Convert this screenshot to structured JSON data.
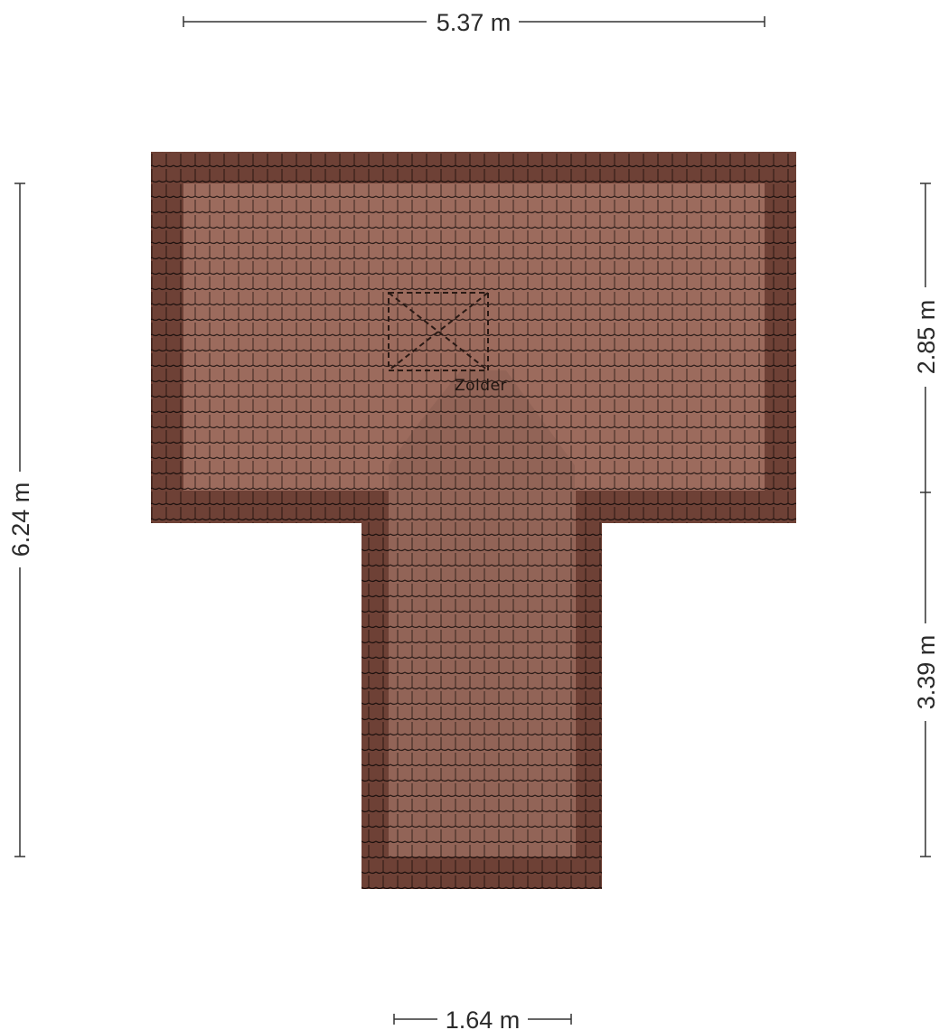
{
  "plan": {
    "room_label": "Zolder",
    "colors": {
      "roof_tile": "#9a6a5c",
      "roof_inner": "#a87466",
      "roof_edge": "#6a3d32",
      "tile_line": "#2e1e1a",
      "dimension_line": "#333333",
      "background": "#ffffff"
    },
    "hatch_icon": "roof-hatch-icon"
  },
  "dimensions": {
    "top_width": "5.37 m",
    "bottom_width": "1.64 m",
    "left_height": "6.24 m",
    "right_upper": "2.85 m",
    "right_lower": "3.39 m"
  }
}
